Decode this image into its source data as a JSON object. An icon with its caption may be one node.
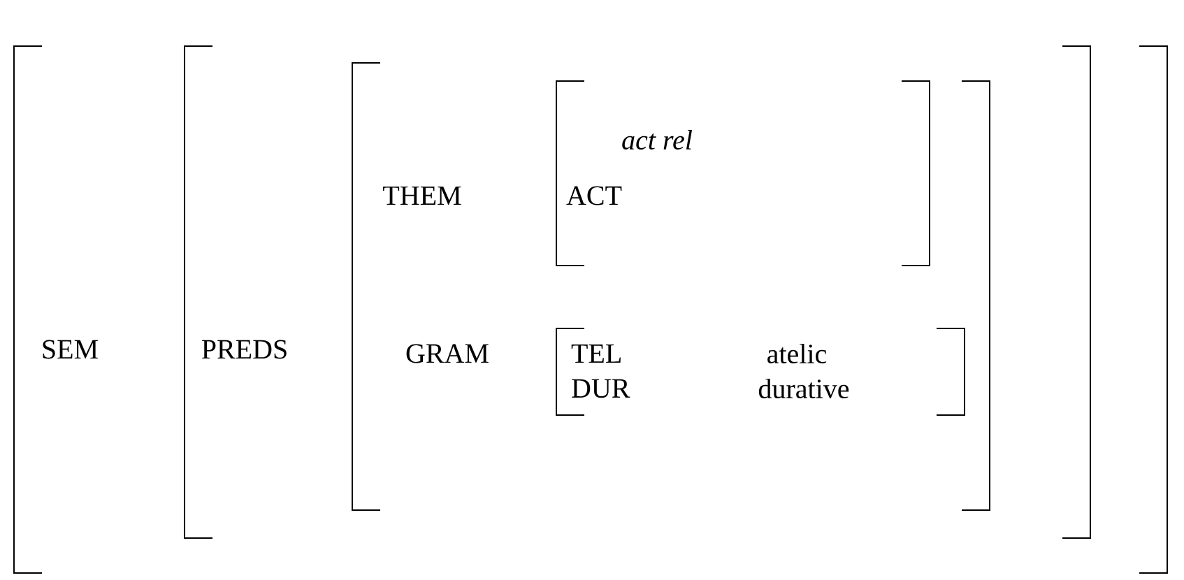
{
  "diagram": {
    "nodes": [
      {
        "text": [
          "SEM"
        ]
      },
      {
        "text": [
          "PREDS"
        ],
        "in": 0
      },
      {
        "text": [
          "THEM",
          "GRAM"
        ],
        "in": 1
      },
      {
        "text": [
          "act rel",
          "ACT"
        ],
        "in": 2
      },
      {
        "text": [
          "TEL",
          "atelic",
          "DUR",
          "durative"
        ],
        "in": 2
      }
    ]
  }
}
